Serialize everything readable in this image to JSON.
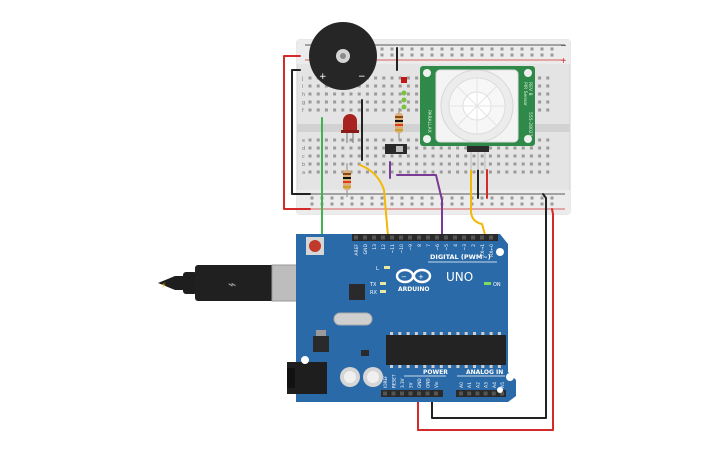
{
  "board": {
    "brand": "ARDUINO",
    "model": "UNO",
    "digital_label": "DIGITAL (PWM~)",
    "power_label": "POWER",
    "analog_label": "ANALOG IN",
    "on_label": "ON",
    "tx_label": "TX",
    "rx_label": "RX",
    "l_label": "L",
    "digital_pins": [
      "AREF",
      "GND",
      "13",
      "12",
      "~11",
      "~10",
      "~9",
      "8",
      "7",
      "~6",
      "~5",
      "4",
      "~3",
      "2",
      "TX→1",
      "RX←0"
    ],
    "power_pins": [
      "IOREF",
      "RESET",
      "3.3V",
      "5V",
      "GND",
      "GND",
      "Vin"
    ],
    "analog_pins": [
      "A0",
      "A1",
      "A2",
      "A3",
      "A4",
      "A5"
    ]
  },
  "breadboard": {
    "row_letters_top": [
      "j",
      "i",
      "h",
      "g",
      "f"
    ],
    "row_letters_bottom": [
      "e",
      "d",
      "c",
      "b",
      "a"
    ],
    "rail_plus": "+",
    "rail_minus": "−"
  },
  "buzzer": {
    "plus": "+",
    "minus": "−"
  },
  "pir": {
    "side_text_1": "PIR Sensor",
    "side_text_2": "555-28027",
    "side_text_3": "REV B",
    "side_text_4": "PARALLAX"
  },
  "colors": {
    "board": "#2a6aa8",
    "breadboard": "#e6e6e6",
    "wire_red": "#d42a2a",
    "wire_black": "#222222",
    "wire_green": "#3fb34f",
    "wire_yellow": "#f2b807",
    "wire_purple": "#7a3a96",
    "pir_pcb": "#2f8a4a"
  }
}
